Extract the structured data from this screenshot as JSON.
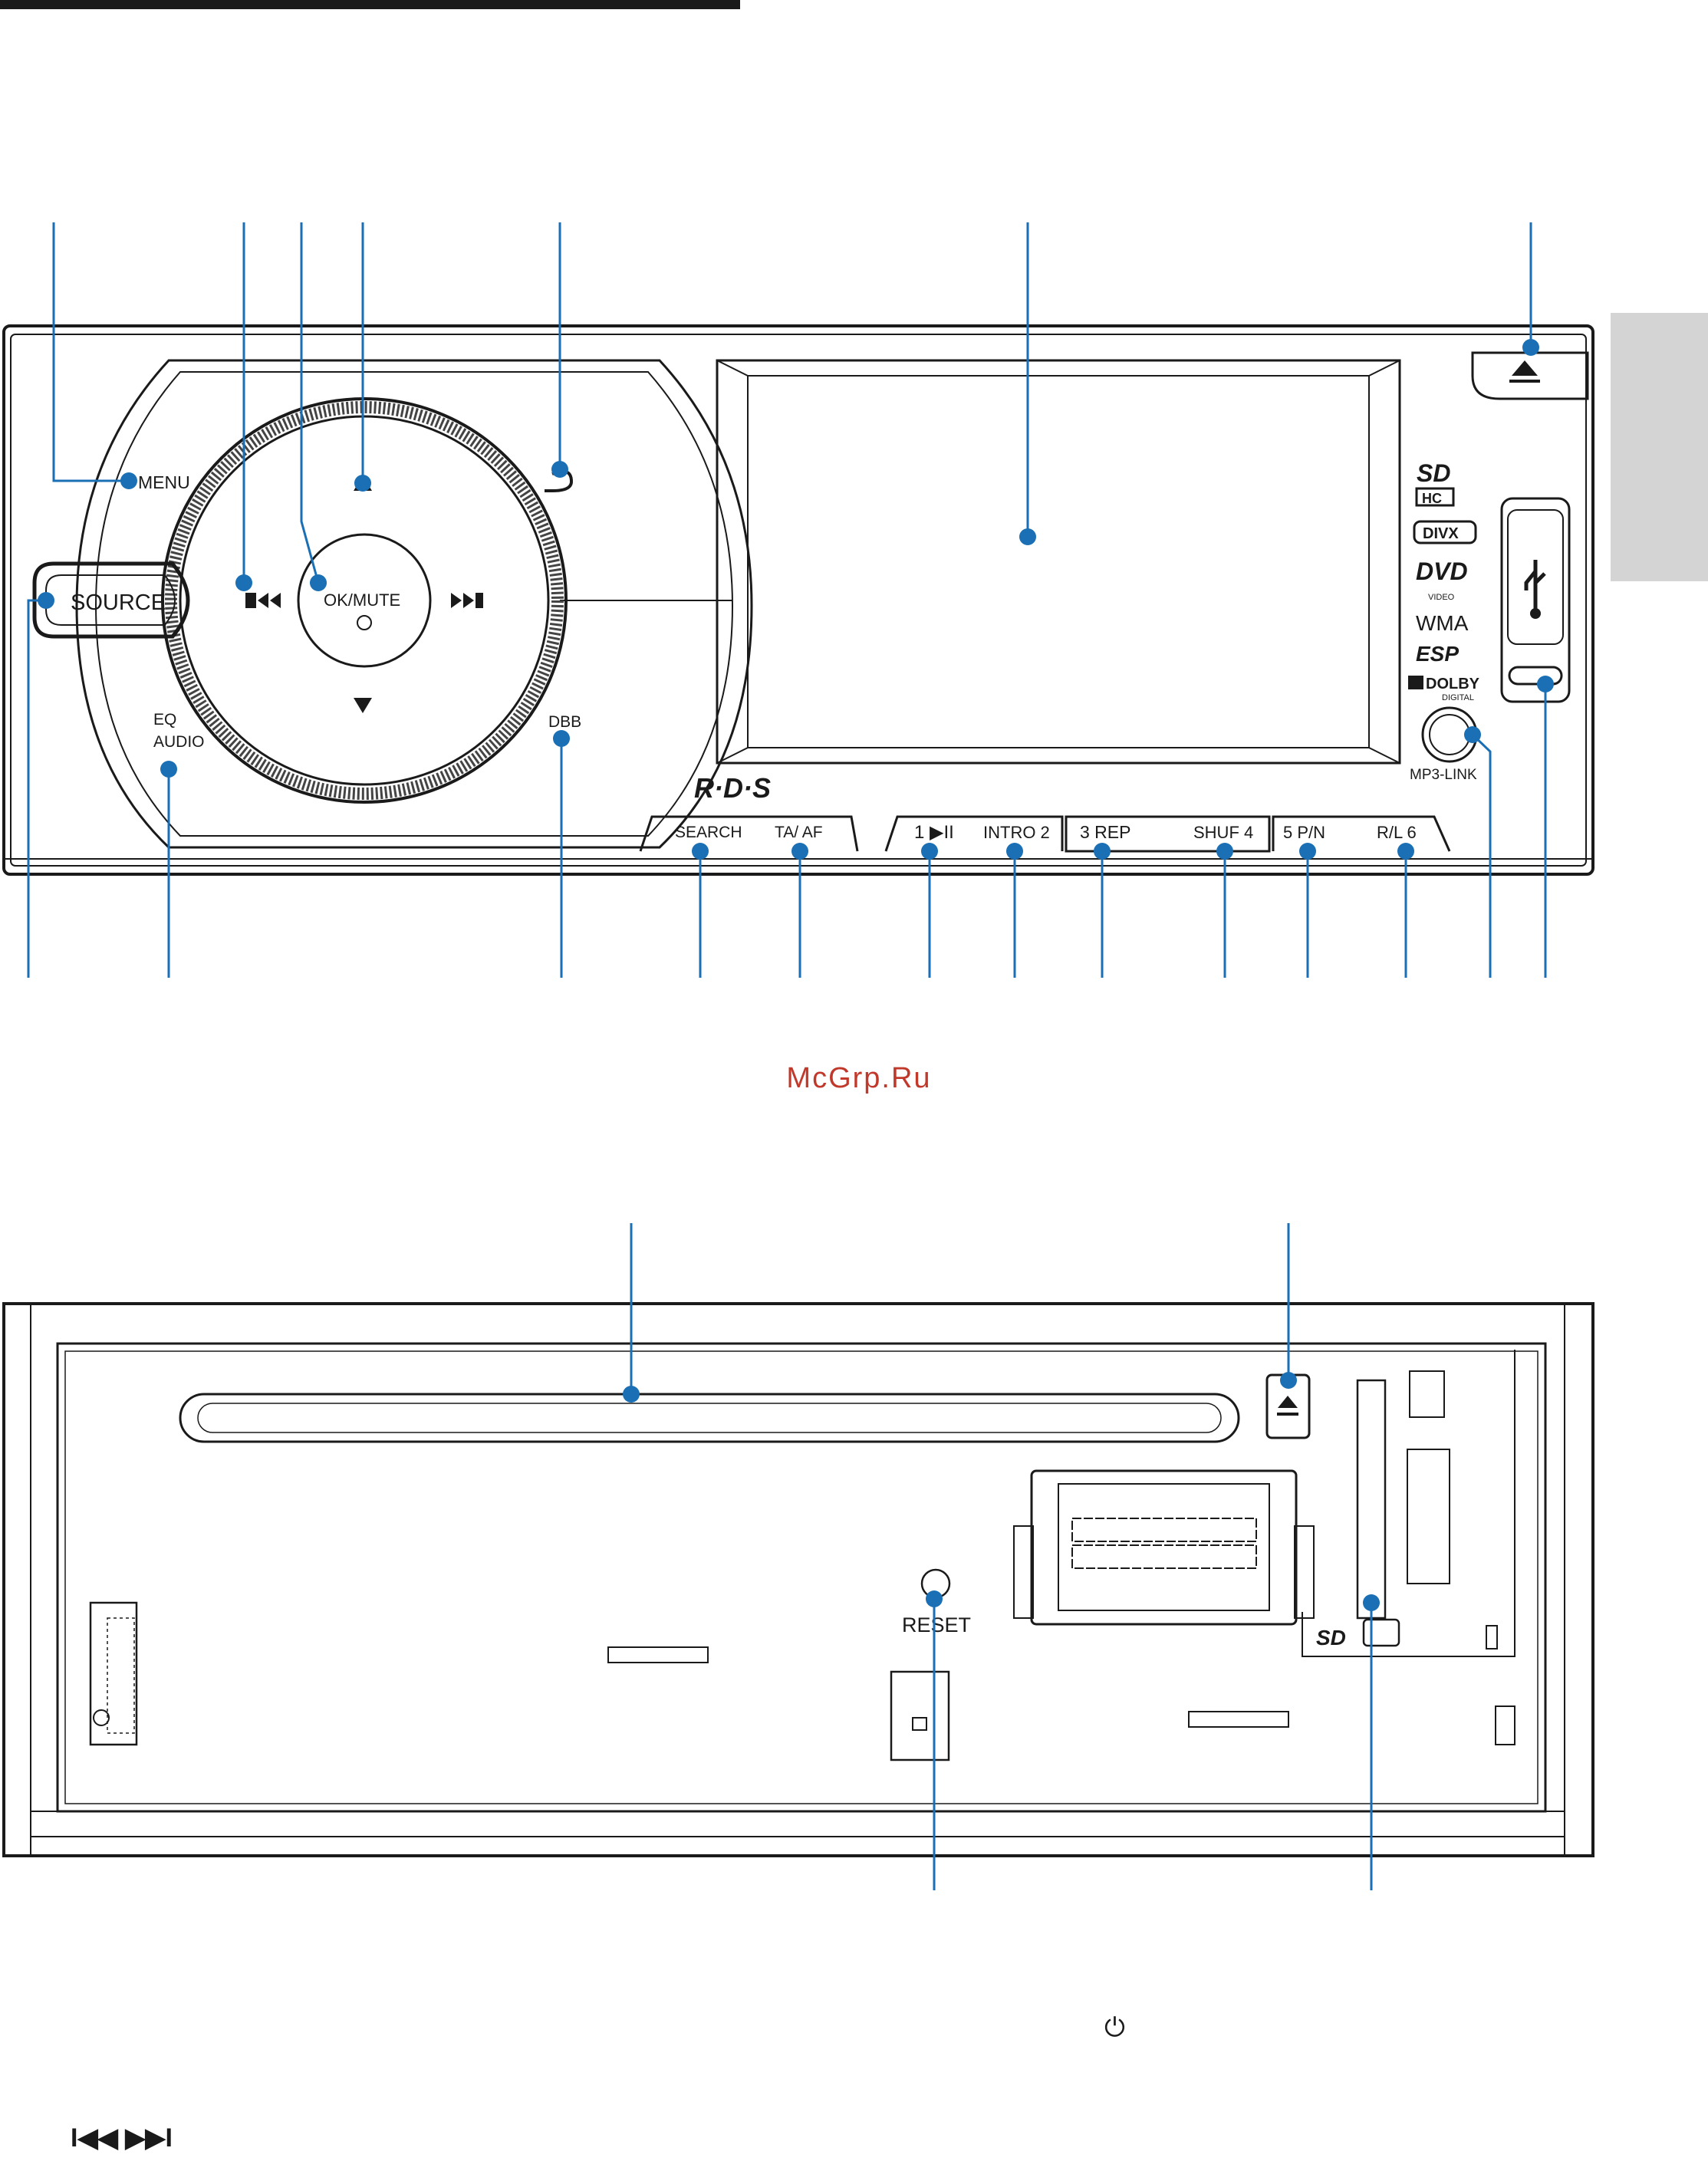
{
  "watermark": "McGrp.Ru",
  "front_panel": {
    "menu": "MENU",
    "source": "SOURCE",
    "ok_mute": "OK/MUTE",
    "eq": "EQ",
    "audio": "AUDIO",
    "dbb": "DBB",
    "rds": "R·D·S",
    "search": "SEARCH",
    "ta_af": "TA/ AF",
    "key1": "1 ▶II",
    "intro2": "INTRO 2",
    "rep3": "3 REP",
    "shuf4": "SHUF 4",
    "pn5": "5 P/N",
    "rl6": "R/L 6",
    "mp3link": "MP3-LINK",
    "logos": {
      "sd": "SD",
      "hc": "HC",
      "divx": "DIVX",
      "dvd": "DVD",
      "video": "VIDEO",
      "wma": "WMA",
      "esp": "ESP",
      "dolby": "DOLBY",
      "digital": "DIGITAL"
    }
  },
  "rear_panel": {
    "reset": "RESET",
    "sd": "SD"
  },
  "footer": {
    "power_symbol": "⏻",
    "prev_next": "I◀◀  ▶▶I"
  },
  "colors": {
    "callout": "#1b6fb4",
    "ink": "#1a1a1a",
    "tab": "#d4d4d4",
    "watermark": "#c0392b"
  }
}
